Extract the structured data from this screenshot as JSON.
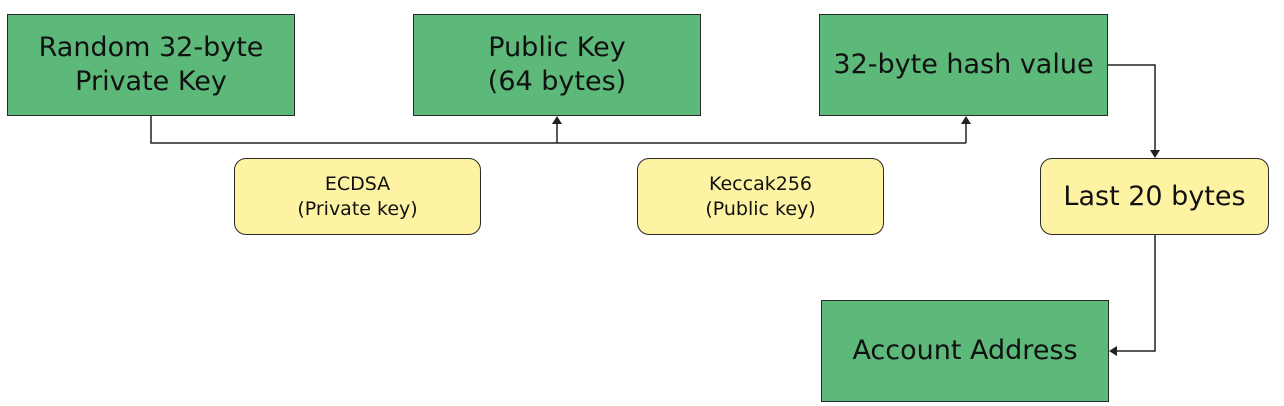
{
  "nodes": {
    "private_key": {
      "line1": "Random 32-byte",
      "line2": "Private Key"
    },
    "public_key": {
      "line1": "Public Key",
      "line2": "(64 bytes)"
    },
    "hash_value": {
      "label": "32-byte hash value"
    },
    "account_address": {
      "label": "Account Address"
    }
  },
  "steps": {
    "ecdsa": {
      "line1": "ECDSA",
      "line2": "(Private key)"
    },
    "keccak": {
      "line1": "Keccak256",
      "line2": "(Public key)"
    },
    "last20": {
      "label": "Last 20 bytes"
    }
  },
  "colors": {
    "node_fill": "#5cb97a",
    "step_fill": "#fdf3a3",
    "line": "#222222"
  }
}
